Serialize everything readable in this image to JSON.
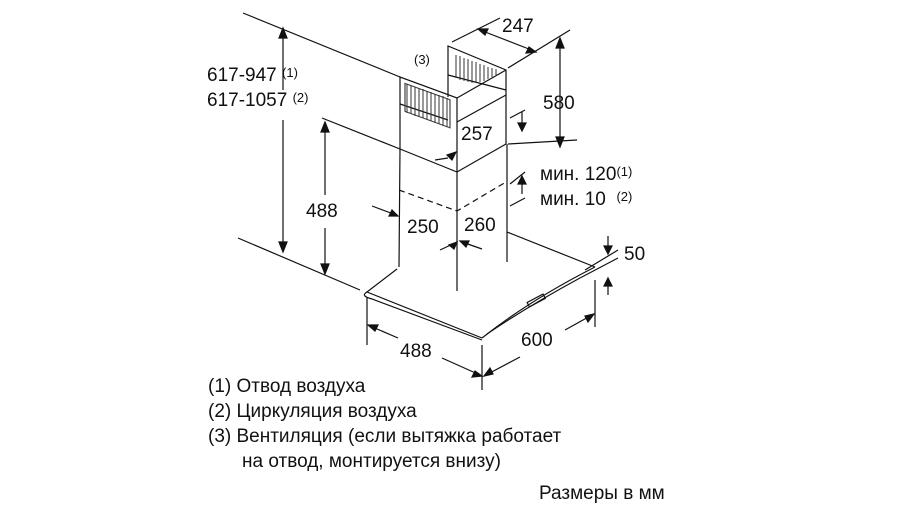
{
  "dimensions": {
    "total_height_1": "617-947",
    "total_height_1_note": "(1)",
    "total_height_2": "617-1057",
    "total_height_2_note": "(2)",
    "chimney_width": "247",
    "upper_chimney_height": "580",
    "upper_chimney_overlap": "257",
    "lower_chimney_height": "488",
    "chimney_depth": "250",
    "chimney_side": "260",
    "min_gap_1": "мин. 120",
    "min_gap_1_note": "(1)",
    "min_gap_2": "мин. 10",
    "min_gap_2_note": "(2)",
    "canopy_thickness": "50",
    "canopy_depth": "488",
    "canopy_width": "600",
    "vent_label": "(3)"
  },
  "legend": [
    "(1) Отвод воздуха",
    "(2) Циркуляция воздуха",
    "(3) Вентиляция (если вытяжка работает",
    "на отвод, монтируется внизу)"
  ],
  "units_note": "Размеры в мм"
}
